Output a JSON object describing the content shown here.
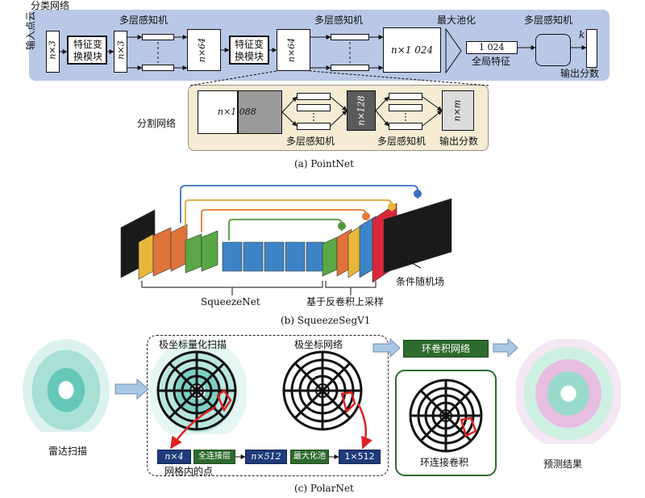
{
  "pointnet": {
    "classification_label": "分类网络",
    "input_points_label": "输入点云",
    "n3_a": "n×3",
    "transform1": "特征变换模块",
    "mlp1_label": "多层感知机",
    "n3_b": "n×3",
    "n64_a": "n×64",
    "transform2": "特征变换模块",
    "n64_b": "n×64",
    "mlp2_label": "多层感知机",
    "n1024": "n×1 024",
    "maxpool_label": "最大池化",
    "global_value": "1 024",
    "global_label": "全局特征",
    "mlp3_label": "多层感知机",
    "k_label": "k",
    "output_scores": "输出分数",
    "segmentation_label": "分割网络",
    "n1088": "n×1 088",
    "n128": "n×128",
    "nm": "n×m",
    "seg_mlp1": "多层感知机",
    "seg_mlp2": "多层感知机",
    "seg_output": "输出分数",
    "caption": "(a) PointNet"
  },
  "squeezeseg": {
    "crf_label": "条件随机场",
    "squeezenet_label": "SqueezeNet",
    "upsample_label": "基于反卷积上采样",
    "caption": "(b) SqueezeSegV1",
    "colors": {
      "orange": "#e0733a",
      "yellow": "#e8b73a",
      "green": "#5aa845",
      "blue": "#3d84c6",
      "red": "#d9263a",
      "black": "#1a1a1a",
      "skip_blue": "#3b6fc1",
      "skip_yellow": "#d9a53a",
      "skip_orange": "#e07a3a",
      "skip_green": "#4f9a3e"
    }
  },
  "polarnet": {
    "lidar_label": "雷达扫描",
    "polar_quant_label": "极坐标量化扫描",
    "polar_grid_label": "极坐标网络",
    "ring_conv_net": "环卷积网络",
    "ring_conv": "环连接卷积",
    "prediction_label": "预测结果",
    "n4": "n×4",
    "fc_layer": "全连接层",
    "n512": "n×512",
    "maxpool": "最大化池",
    "one512": "1×512",
    "grid_points_label": "网格内的点",
    "caption": "(c) PolarNet"
  }
}
